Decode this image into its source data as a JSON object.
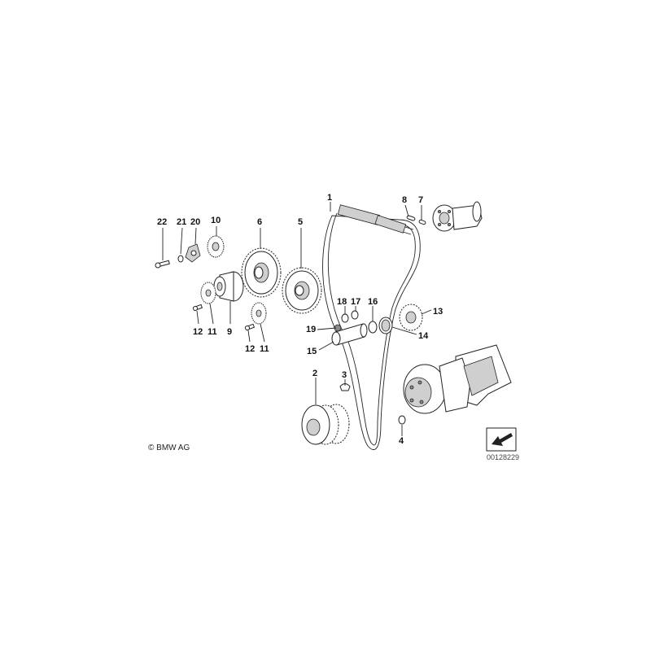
{
  "callouts": {
    "c1": "1",
    "c2": "2",
    "c3": "3",
    "c4": "4",
    "c5": "5",
    "c6": "6",
    "c7": "7",
    "c8": "8",
    "c9": "9",
    "c10": "10",
    "c11a": "11",
    "c11b": "11",
    "c12a": "12",
    "c12b": "12",
    "c13": "13",
    "c14": "14",
    "c15": "15",
    "c16": "16",
    "c17": "17",
    "c18": "18",
    "c19": "19",
    "c20": "20",
    "c21": "21",
    "c22": "22"
  },
  "copyright": "© BMW AG",
  "diagram_id": "00128229"
}
